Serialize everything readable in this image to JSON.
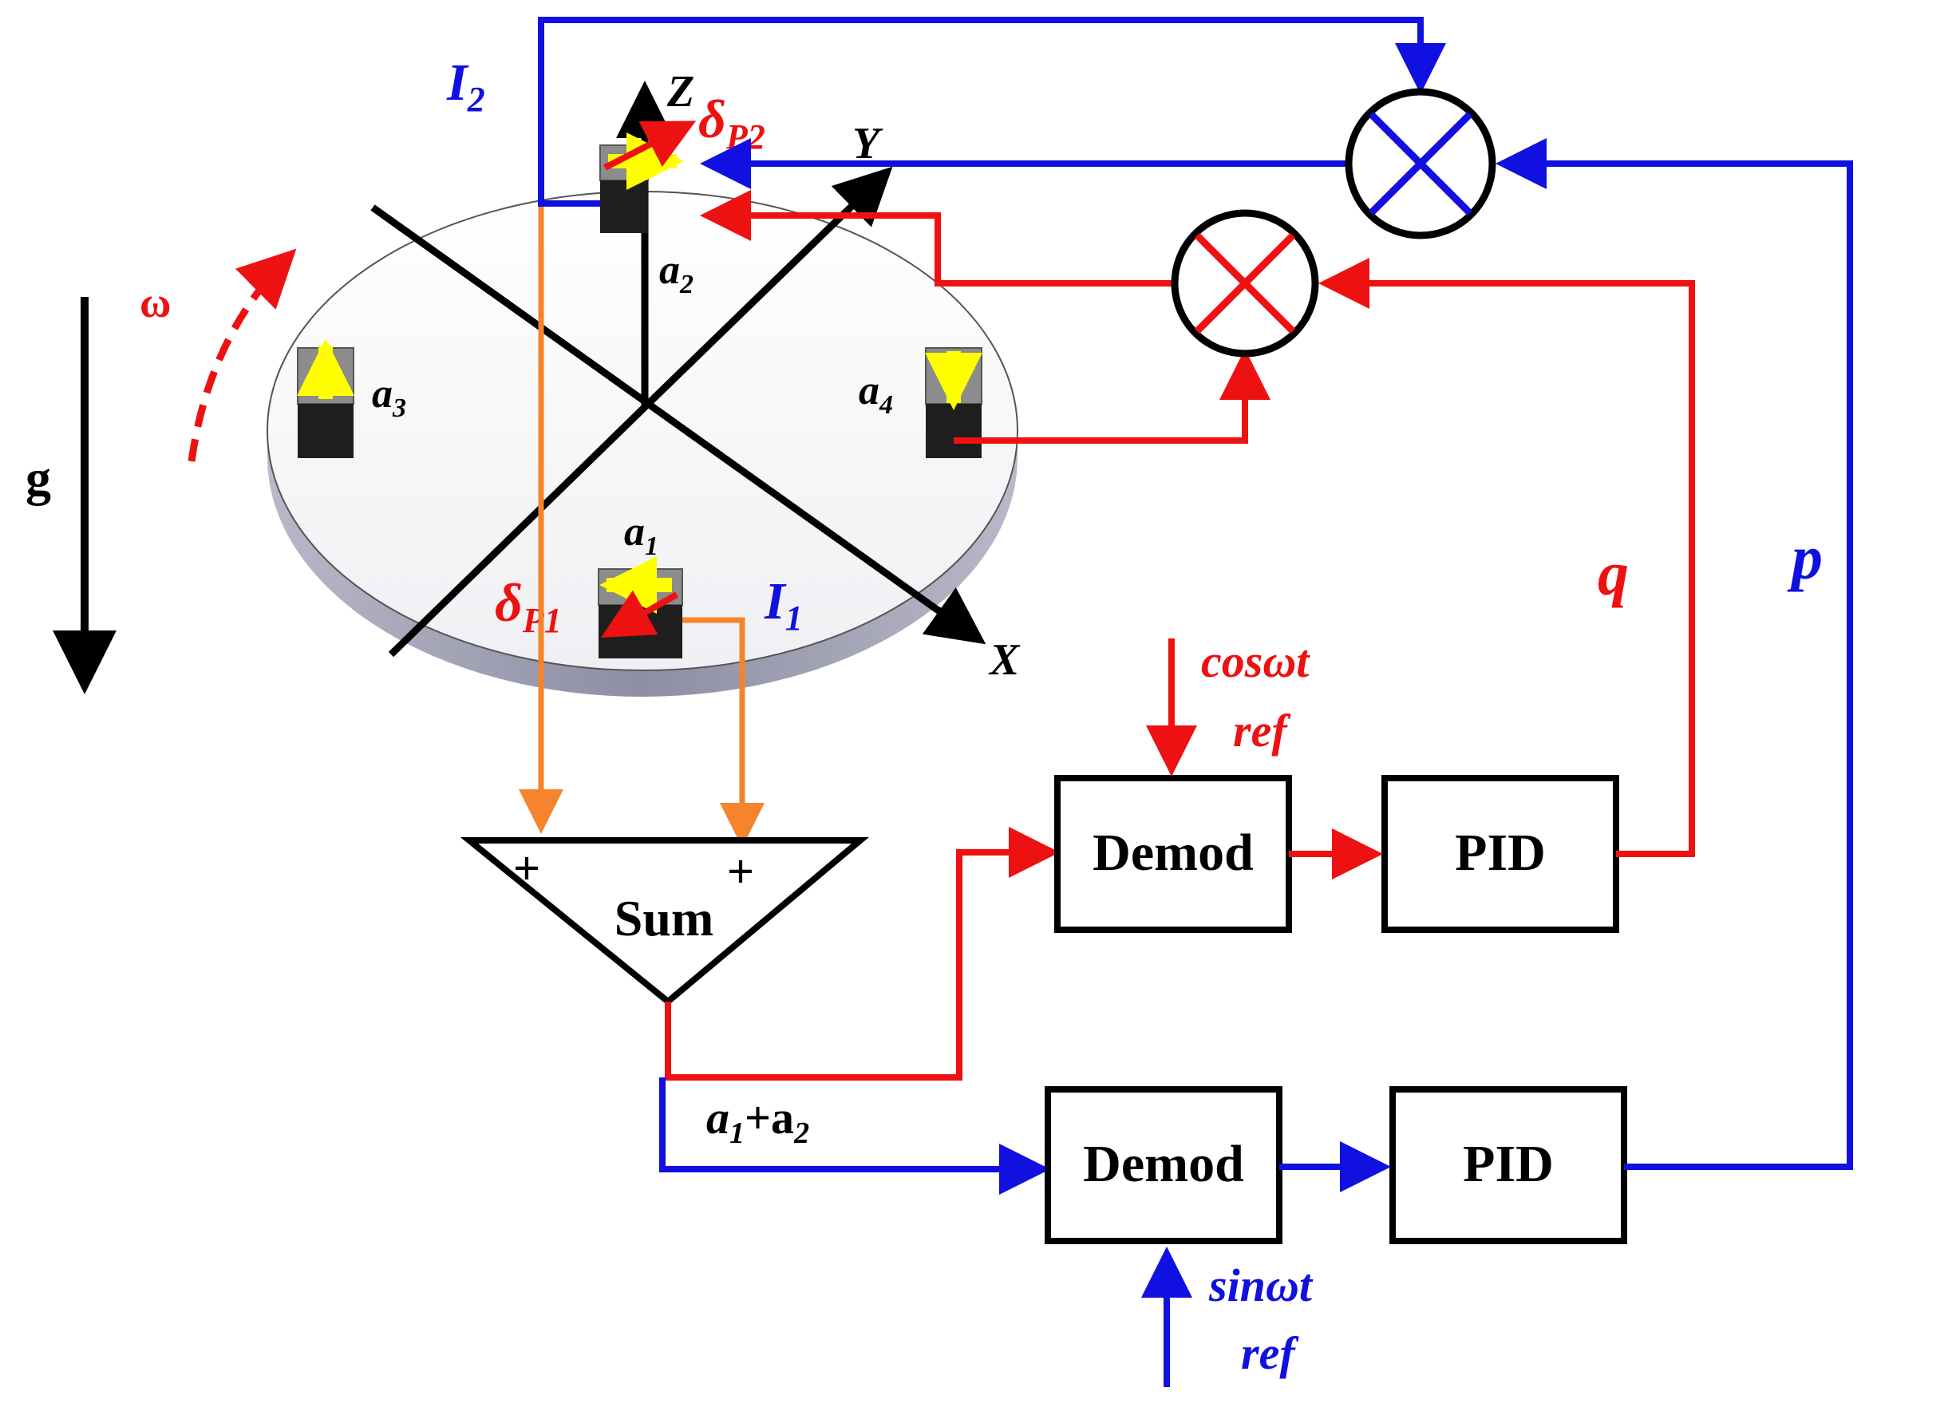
{
  "colors": {
    "red": "#ee1111",
    "blue": "#1010e0",
    "orange": "#f5842c",
    "yellow": "#ffff00",
    "black": "#000000",
    "disk_edge": "#9a9aae"
  },
  "labels": {
    "gravity": "g",
    "omega": "ω",
    "axis_x": "X",
    "axis_y": "Y",
    "axis_z": "Z",
    "delta": "δ",
    "p1_sub": "P1",
    "p2_sub": "P2",
    "a": "a",
    "sub1": "1",
    "sub2": "2",
    "sub3": "3",
    "sub4": "4",
    "I": "I",
    "q": "q",
    "p": "p",
    "plus": "+",
    "sum_label": "Sum",
    "sum_output": "a1+a2",
    "demod": "Demod",
    "pid": "PID",
    "cos_ref": "cosωt",
    "sin_ref": "sinωt",
    "ref": "ref"
  },
  "icons": [
    "multiplier-icon",
    "accelerometer-icon",
    "arrow-icon"
  ]
}
